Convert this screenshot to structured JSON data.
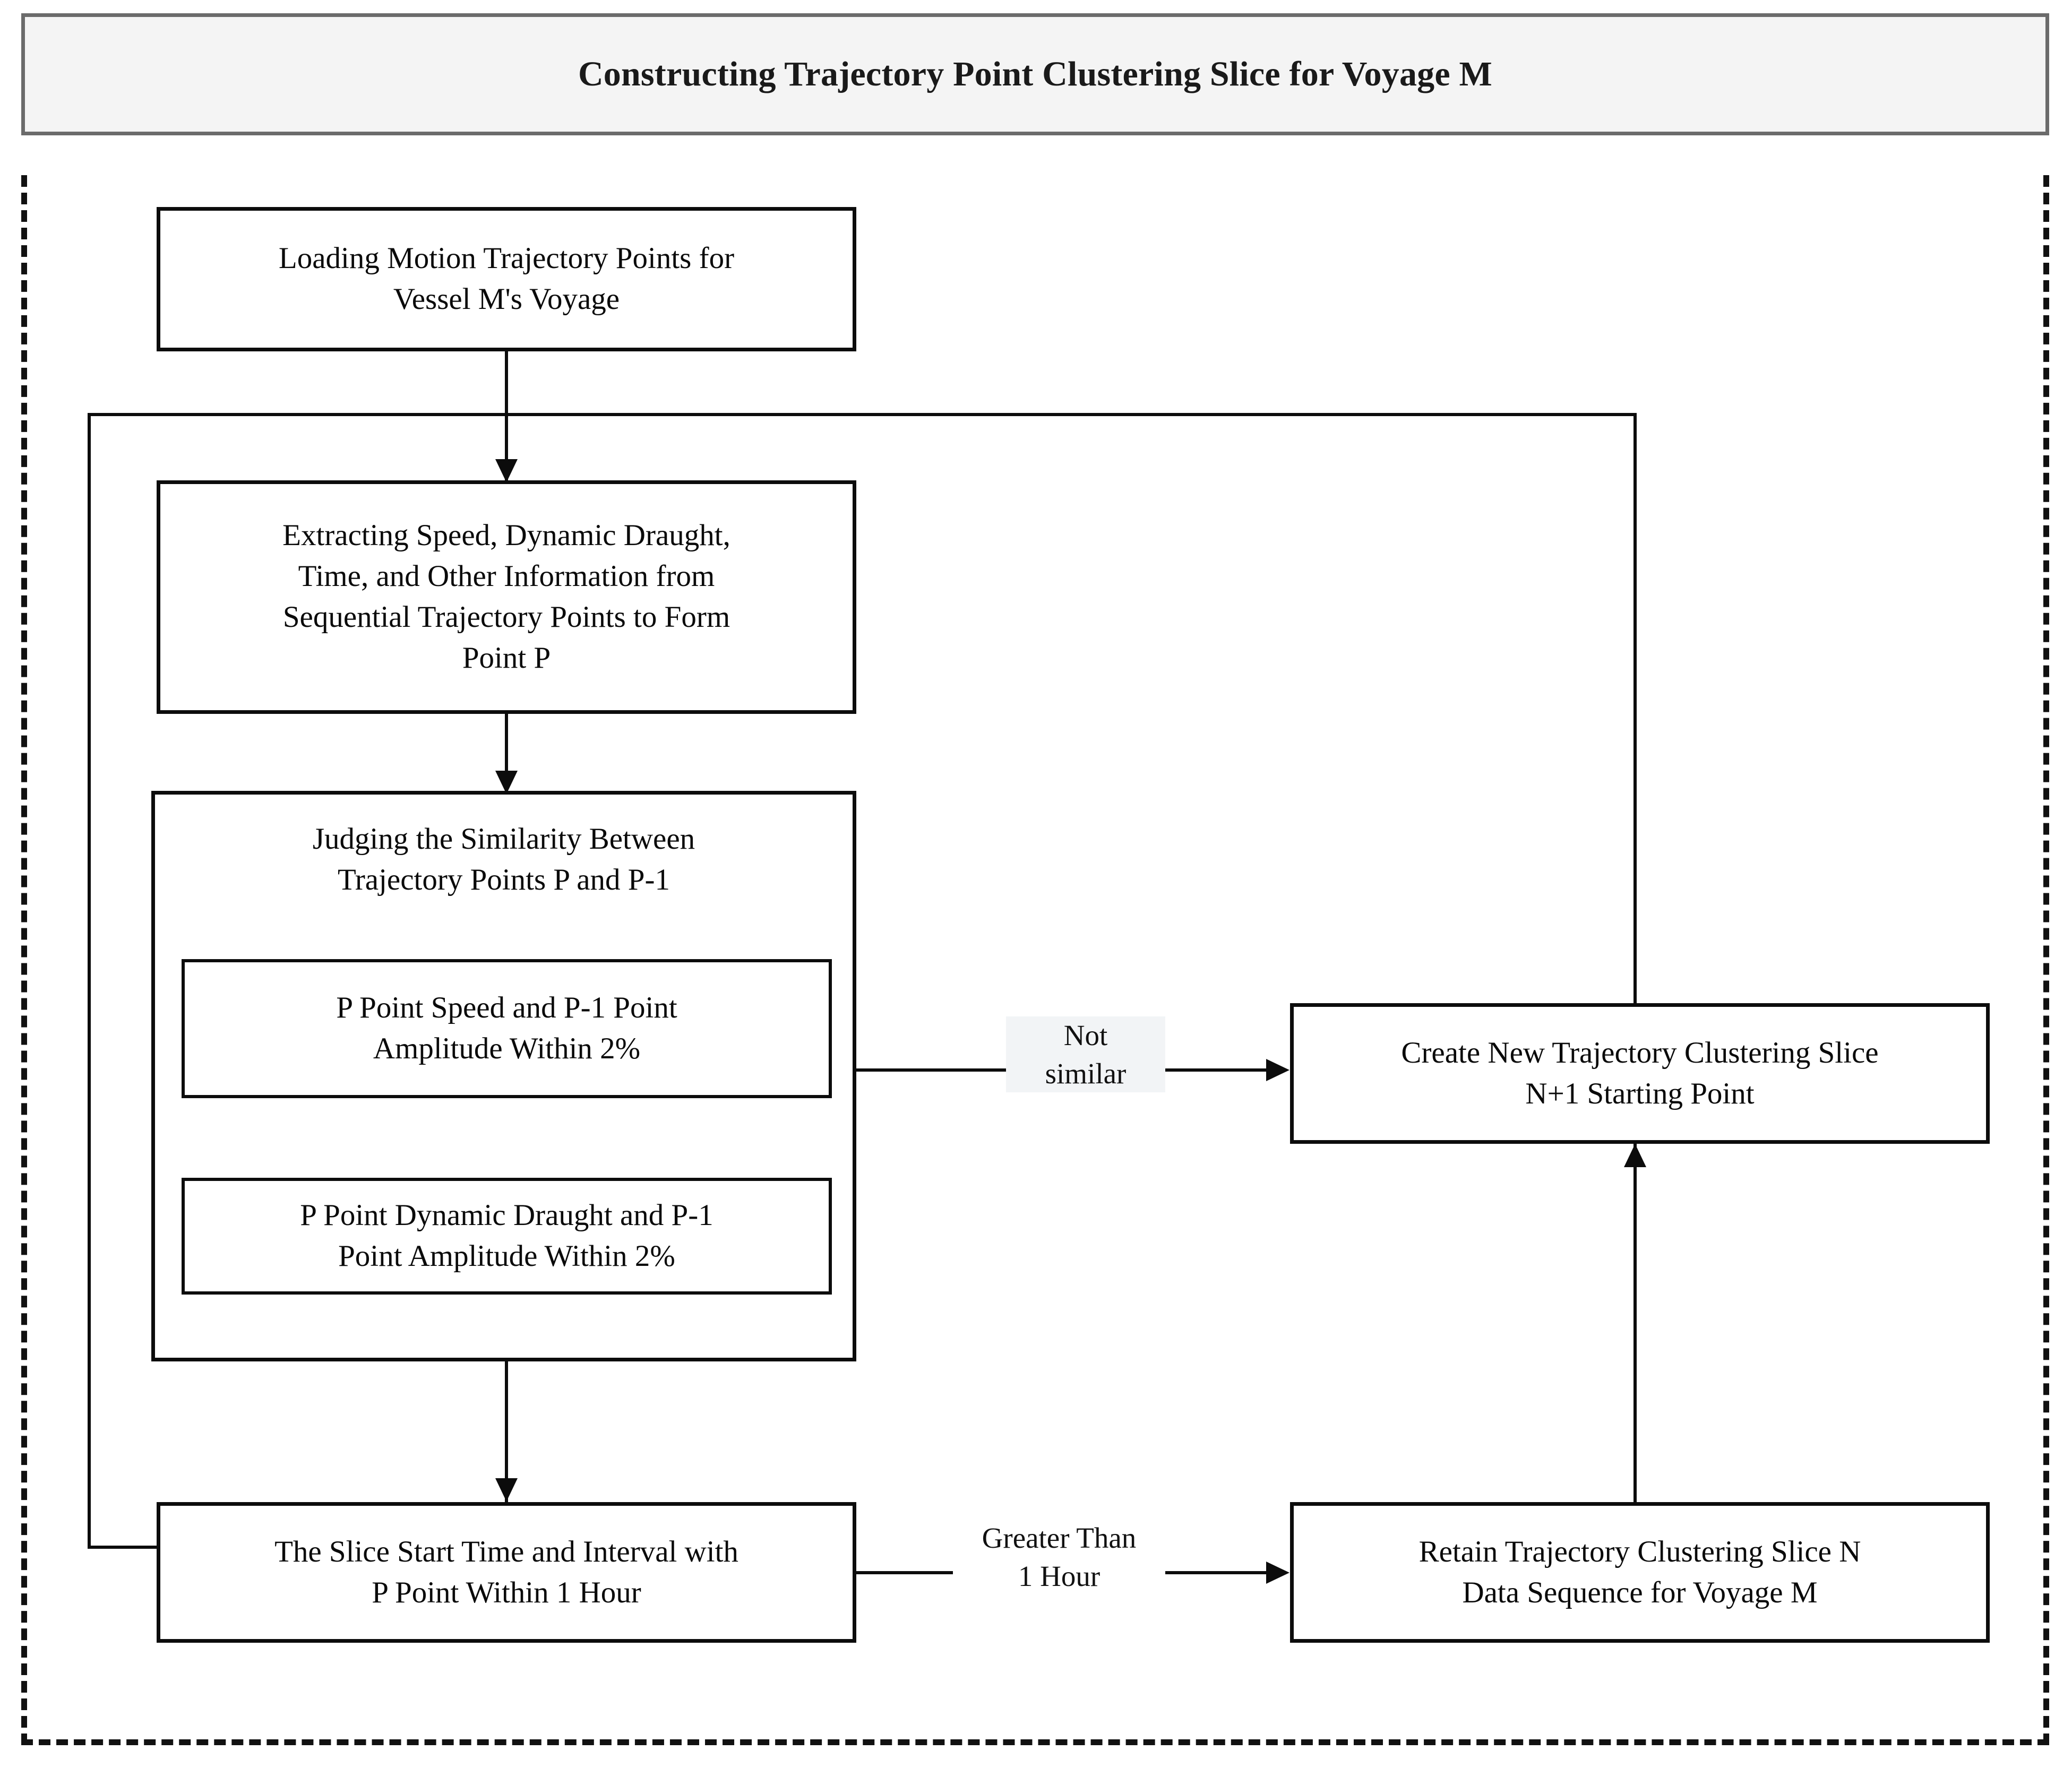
{
  "header": {
    "title": "Constructing Trajectory Point Clustering Slice for Voyage M"
  },
  "flow": {
    "nodes": {
      "load_points": "Loading Motion Trajectory Points for\nVessel M's Voyage",
      "extract_features": "Extracting Speed, Dynamic Draught,\nTime, and Other Information from\nSequential Trajectory Points to Form\nPoint P",
      "judge_similarity": "Judging the Similarity Between\nTrajectory Points P and P-1",
      "speed_check": "P Point Speed and P-1 Point\nAmplitude Within 2%",
      "draught_check": "P Point Dynamic Draught and P-1\nPoint Amplitude Within 2%",
      "time_check": "The Slice Start Time and Interval with\nP Point Within 1 Hour",
      "create_slice": "Create New Trajectory Clustering Slice\nN+1 Starting Point",
      "retain_slice": "Retain Trajectory Clustering Slice N\nData Sequence for Voyage M"
    },
    "edge_labels": {
      "not_similar": "Not\nsimilar",
      "greater_than_hour": "Greater Than\n1 Hour"
    }
  },
  "colors": {
    "stroke": "#0c0c0c",
    "title_border": "#6b6b6b",
    "title_fill": "#f4f4f4",
    "canvas": "#ffffff",
    "label_shade": "#f2f4f6"
  }
}
